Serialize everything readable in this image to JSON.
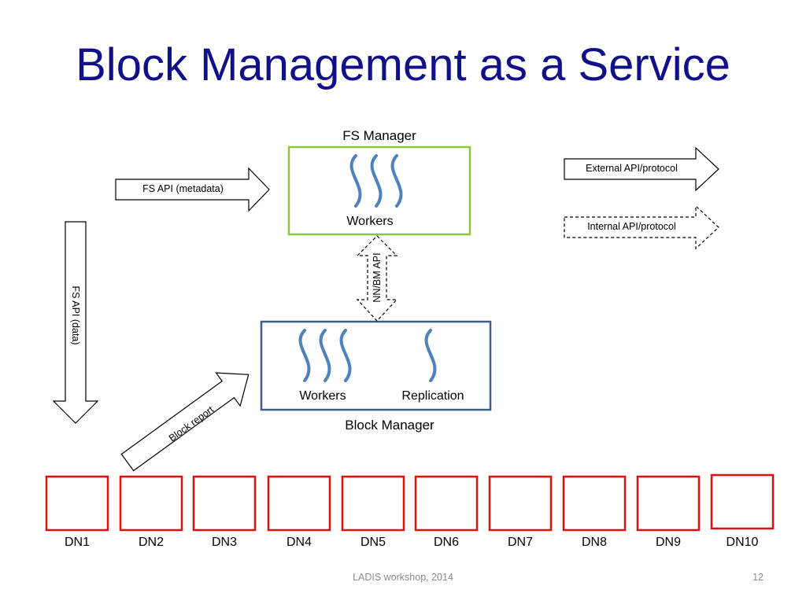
{
  "slide": {
    "title": "Block Management as a Service",
    "footer_text": "LADIS workshop, 2014",
    "page_number": "12"
  },
  "fs_manager": {
    "title": "FS Manager",
    "workers_label": "Workers",
    "border_color": "#8cc63f"
  },
  "block_manager": {
    "title": "Block Manager",
    "workers_label": "Workers",
    "replication_label": "Replication",
    "border_color": "#3f5f8a"
  },
  "arrows": {
    "fs_api_metadata": "FS API (metadata)",
    "fs_api_data": "FS API (data)",
    "nn_bm_api": "NN/BM API",
    "block_report": "Block report"
  },
  "legend": {
    "external": "External API/protocol",
    "internal": "Internal API/protocol"
  },
  "datanodes": {
    "border_color": "#e01010",
    "labels": [
      "DN1",
      "DN2",
      "DN3",
      "DN4",
      "DN5",
      "DN6",
      "DN7",
      "DN8",
      "DN9",
      "DN10"
    ]
  },
  "colors": {
    "title": "#10108a",
    "thread_glyph": "#4f81bd"
  }
}
